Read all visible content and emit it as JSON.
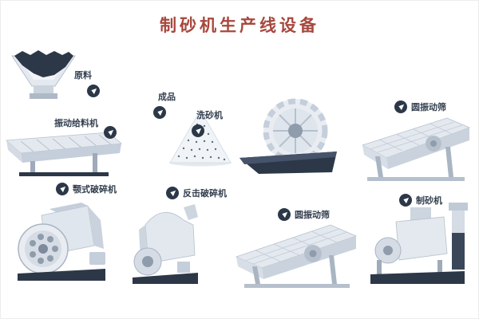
{
  "title": "制砂机生产线设备",
  "colors": {
    "title": "#a8473d",
    "badge": "#2c3848",
    "machine_light": "#e4e9ef",
    "machine_dark": "#2c3848"
  },
  "items": [
    {
      "id": "raw-material",
      "label": "原料"
    },
    {
      "id": "vibrating-feeder",
      "label": "振动给料机"
    },
    {
      "id": "finished-product",
      "label": "成品"
    },
    {
      "id": "sand-washer",
      "label": "洗砂机"
    },
    {
      "id": "circular-vibrating-screen-top",
      "label": "圆振动筛"
    },
    {
      "id": "jaw-crusher",
      "label": "颚式破碎机"
    },
    {
      "id": "impact-crusher",
      "label": "反击破碎机"
    },
    {
      "id": "circular-vibrating-screen-bottom",
      "label": "圆振动筛"
    },
    {
      "id": "sand-making-machine",
      "label": "制砂机"
    }
  ]
}
